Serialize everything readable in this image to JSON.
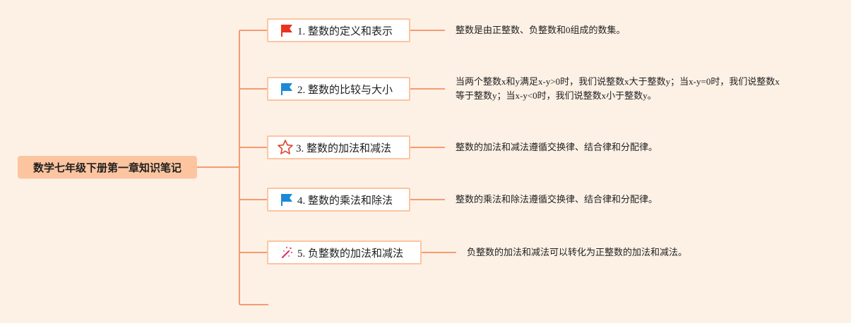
{
  "root": {
    "label": "数学七年级下册第一章知识笔记"
  },
  "topics": [
    {
      "label": "1. 整数的定义和表示",
      "icon": "red-flag-icon",
      "color": "#e8331f",
      "note": [
        "整数是由正整数、负整数和0组成的数集。"
      ]
    },
    {
      "label": "2. 整数的比较与大小",
      "icon": "blue-flag-icon",
      "color": "#1b8ad6",
      "note": [
        "当两个整数x和y满足x-y>0时，我们说整数x大于整数y；当x-y=0时，我们说整数x",
        "等于整数y；当x-y<0时，我们说整数x小于整数y。"
      ]
    },
    {
      "label": "3. 整数的加法和减法",
      "icon": "star-outline-icon",
      "color": "#d9442b",
      "note": [
        "整数的加法和减法遵循交换律、结合律和分配律。"
      ]
    },
    {
      "label": "4. 整数的乘法和除法",
      "icon": "blue-flag-icon",
      "color": "#1b8ad6",
      "note": [
        "整数的乘法和除法遵循交换律、结合律和分配律。"
      ]
    },
    {
      "label": "5. 负整数的加法和减法",
      "icon": "magic-wand-icon",
      "color": "#e0336b",
      "note": [
        "负整数的加法和减法可以转化为正整数的加法和减法。"
      ]
    }
  ],
  "colors": {
    "connector": "#f79a72",
    "background": "#fdf1e6",
    "topic_border": "#fcc5a0"
  }
}
